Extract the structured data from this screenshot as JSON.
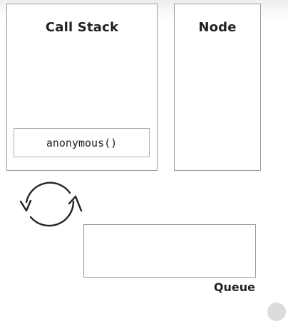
{
  "call_stack": {
    "title": "Call Stack",
    "frames": [
      "anonymous()"
    ]
  },
  "node": {
    "title": "Node"
  },
  "queue": {
    "label": "Queue",
    "items": []
  },
  "event_loop": {
    "icon": "refresh-cycle-icon"
  },
  "colors": {
    "border": "#9a9a9a",
    "text": "#222222"
  }
}
